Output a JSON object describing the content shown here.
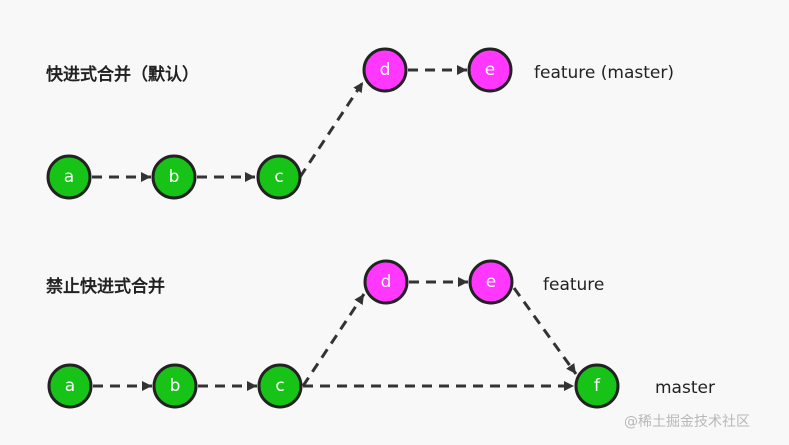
{
  "colors": {
    "background": "#f8f8f8",
    "green_node": "#16c316",
    "magenta_node": "#ff37ff",
    "node_stroke": "#222222",
    "edge": "#333333"
  },
  "sections": {
    "fast_forward": {
      "title": "快进式合并（默认）",
      "commits": {
        "a": "a",
        "b": "b",
        "c": "c",
        "d": "d",
        "e": "e"
      },
      "branch_label": "feature (master)"
    },
    "no_fast_forward": {
      "title": "禁止快进式合并",
      "commits": {
        "a": "a",
        "b": "b",
        "c": "c",
        "d": "d",
        "e": "e",
        "f": "f"
      },
      "feature_label": "feature",
      "master_label": "master"
    }
  },
  "watermark": "@稀土掘金技术社区"
}
